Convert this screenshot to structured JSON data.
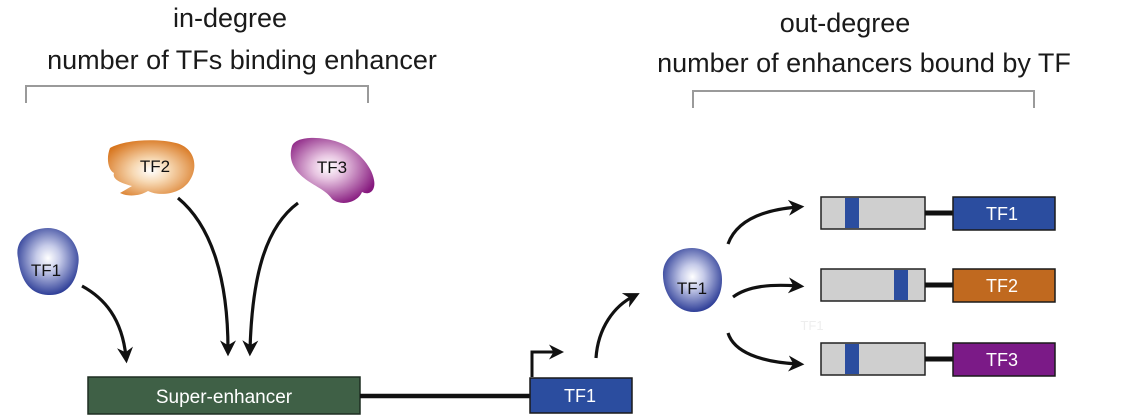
{
  "headers": {
    "left_line1": "in-degree",
    "left_line2": "number of TFs binding enhancer",
    "right_line1": "out-degree",
    "right_line2": "number of enhancers bound by TF"
  },
  "left": {
    "tf1_label": "TF1",
    "tf2_label": "TF2",
    "tf3_label": "TF3",
    "enhancer_label": "Super-enhancer",
    "gene_label": "TF1"
  },
  "right": {
    "tf1_label": "TF1",
    "ghost_label": "TF1",
    "targets": [
      {
        "label": "TF1"
      },
      {
        "label": "TF2"
      },
      {
        "label": "TF3"
      }
    ]
  },
  "colors": {
    "tf1_blue": "#2f4398",
    "tf2_orange": "#d8761f",
    "tf3_purple": "#86197e",
    "enhancer_green": "#3f6046",
    "gene_blue": "#2b4d9f",
    "box_gray": "#cfcfcf",
    "gene_orange": "#c0691f",
    "gene_purple": "#7b1a87",
    "bracket_gray": "#9a9a9a"
  }
}
